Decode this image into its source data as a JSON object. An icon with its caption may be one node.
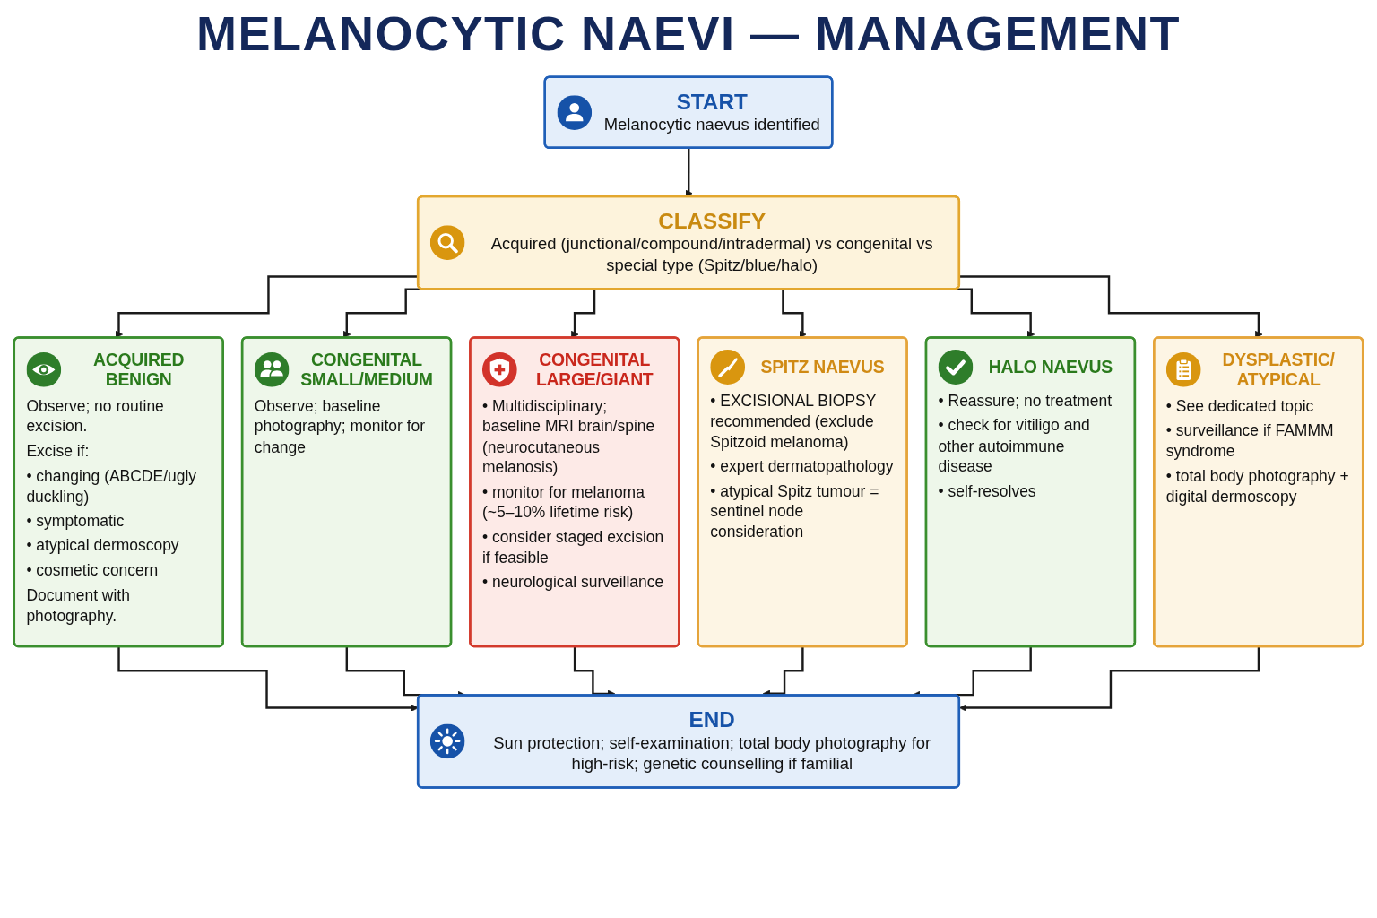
{
  "diagram": {
    "title": "MELANOCYTIC NAEVI — MANAGEMENT",
    "nodes": [
      {
        "text": [
          "START",
          "Melanocytic naevus identified"
        ]
      },
      {
        "text": [
          "CLASSIFY",
          "Acquired (junctional/compound/intradermal) vs congenital vs special type (Spitz/blue/halo)"
        ]
      },
      {
        "text": [
          "ACQUIRED BENIGN",
          "Observe; no routine excision.",
          "Excise if:",
          "• changing (ABCDE/ugly duckling)",
          "• symptomatic",
          "• atypical dermoscopy",
          "• cosmetic concern",
          "Document with photography."
        ]
      },
      {
        "text": [
          "CONGENITAL SMALL/MEDIUM",
          "Observe; baseline photography; monitor for change"
        ]
      },
      {
        "text": [
          "CONGENITAL LARGE/GIANT",
          "• Multidisciplinary; baseline MRI brain/spine (neurocutaneous melanosis)",
          "• monitor for melanoma (~5–10% lifetime risk)",
          "• consider staged excision if feasible",
          "• neurological surveillance"
        ]
      },
      {
        "text": [
          "SPITZ NAEVUS",
          "• EXCISIONAL BIOPSY recommended (exclude Spitzoid melanoma)",
          "• expert dermatopathology",
          "• atypical Spitz tumour = sentinel node consideration"
        ]
      },
      {
        "text": [
          "HALO NAEVUS",
          "• Reassure; no treatment",
          "• check for vitiligo and other autoimmune disease",
          "• self-resolves"
        ]
      },
      {
        "text": [
          "DYSPLASTIC/ ATYPICAL",
          "• See dedicated topic",
          "• surveillance if FAMMM syndrome",
          "• total body photography + digital dermoscopy"
        ]
      },
      {
        "text": [
          "END",
          "Sun protection; self-examination; total body photography for high-risk; genetic counselling if familial"
        ]
      }
    ],
    "edges": [
      {
        "from": 0,
        "to": 1,
        "arrow": "to"
      },
      {
        "from": 1,
        "to": 2,
        "arrow": "to"
      },
      {
        "from": 1,
        "to": 3,
        "arrow": "to"
      },
      {
        "from": 1,
        "to": 4,
        "arrow": "to"
      },
      {
        "from": 1,
        "to": 5,
        "arrow": "to"
      },
      {
        "from": 1,
        "to": 6,
        "arrow": "to"
      },
      {
        "from": 1,
        "to": 7,
        "arrow": "to"
      },
      {
        "from": 2,
        "to": 8,
        "arrow": "to"
      },
      {
        "from": 3,
        "to": 8,
        "arrow": "to"
      },
      {
        "from": 4,
        "to": 8,
        "arrow": "to"
      },
      {
        "from": 5,
        "to": 8,
        "arrow": "to"
      },
      {
        "from": 6,
        "to": 8,
        "arrow": "to"
      },
      {
        "from": 7,
        "to": 8,
        "arrow": "to"
      }
    ]
  }
}
